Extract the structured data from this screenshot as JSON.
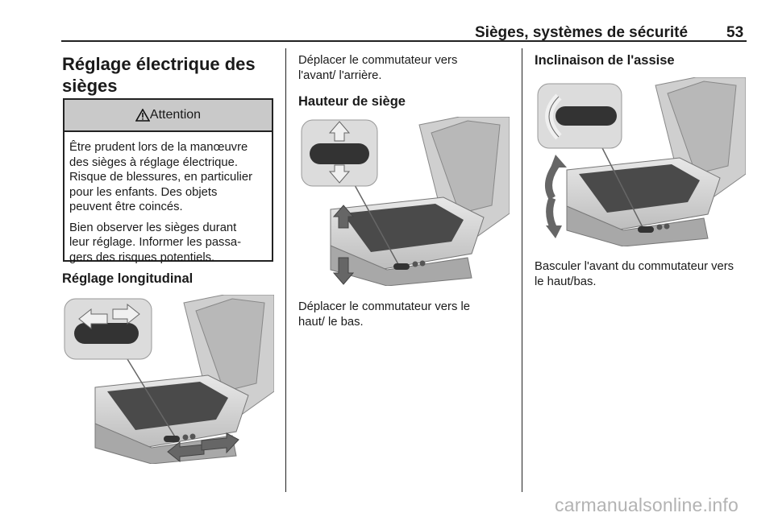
{
  "header": {
    "section_title": "Sièges, systèmes de sécurité",
    "page_number": "53"
  },
  "col1": {
    "title_line1": "Réglage électrique des",
    "title_line2": "sièges",
    "warning": {
      "label": "Attention",
      "p1": [
        "Être prudent lors de la manœuvre",
        "des sièges à réglage électrique.",
        "Risque de blessures, en particulier",
        "pour les enfants. Des objets",
        "peuvent être coincés."
      ],
      "p2": [
        "Bien observer les sièges durant",
        "leur réglage. Informer les passa-",
        "gers des risques potentiels."
      ]
    },
    "subtitle": "Réglage longitudinal"
  },
  "col2": {
    "intro": [
      "Déplacer le commutateur vers",
      "l'avant/ l'arrière."
    ],
    "subtitle": "Hauteur de siège",
    "caption": [
      "Déplacer le commutateur vers le",
      "haut/ le bas."
    ]
  },
  "col3": {
    "subtitle": "Inclinaison de l'assise",
    "caption": [
      "Basculer l'avant du commutateur vers",
      "le haut/bas."
    ]
  },
  "footer": {
    "watermark": "carmanualsonline.info"
  }
}
